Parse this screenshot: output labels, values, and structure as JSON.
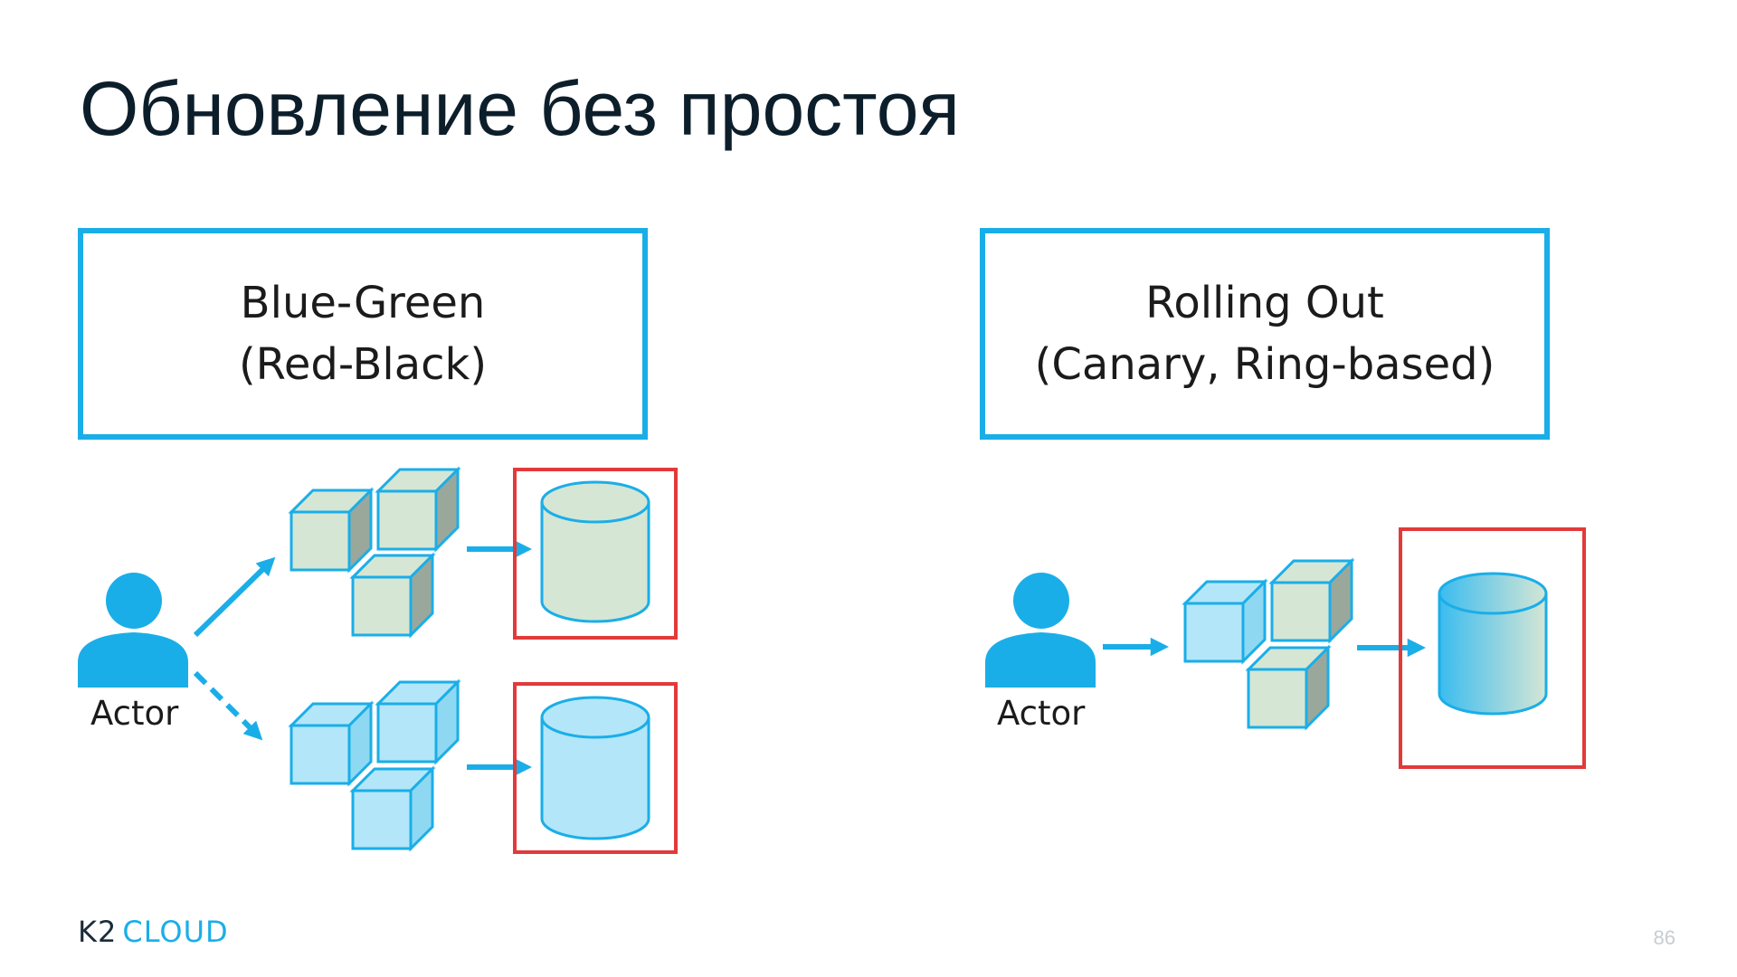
{
  "slide": {
    "title": "Обновление без простоя",
    "page_number": "86"
  },
  "logo": {
    "part1": "K2",
    "part2": "CLOUD"
  },
  "strategies": [
    {
      "line1": "Blue-Green",
      "line2": "(Red-Black)"
    },
    {
      "line1": "Rolling Out",
      "line2": "(Canary, Ring-based)"
    }
  ],
  "actors": {
    "left_label": "Actor",
    "right_label": "Actor"
  },
  "colors": {
    "accent_blue": "#1aaee8",
    "highlight_red": "#e23a3a",
    "green_fill": "#d5e6d5",
    "blue_fill": "#b3e6f8",
    "title_text": "#0d1e2b"
  },
  "icons": {
    "actor": "person-icon",
    "server": "cube-icon",
    "database": "cylinder-database-icon",
    "arrow": "arrow-icon"
  }
}
